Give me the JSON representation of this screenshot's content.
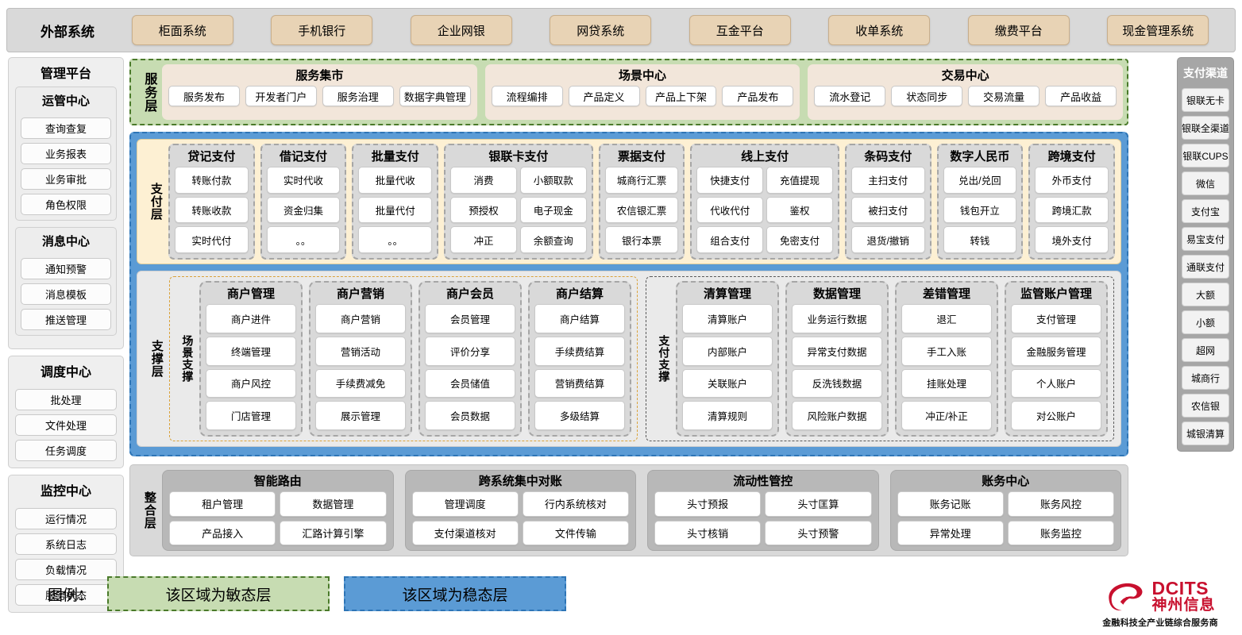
{
  "external": {
    "title": "外部系统",
    "items": [
      "柜面系统",
      "手机银行",
      "企业网银",
      "网贷系统",
      "互金平台",
      "收单系统",
      "缴费平台",
      "现金管理系统"
    ]
  },
  "management_platform": {
    "title": "管理平台",
    "groups": [
      {
        "title": "运管中心",
        "items": [
          "查询查复",
          "业务报表",
          "业务审批",
          "角色权限"
        ]
      },
      {
        "title": "消息中心",
        "items": [
          "通知预警",
          "消息模板",
          "推送管理"
        ]
      }
    ],
    "standalone": [
      {
        "title": "调度中心",
        "items": [
          "批处理",
          "文件处理",
          "任务调度"
        ]
      },
      {
        "title": "监控中心",
        "items": [
          "运行情况",
          "系统日志",
          "负载情况",
          "服务状态"
        ]
      }
    ]
  },
  "payment_channels": {
    "title": "支付渠道",
    "items": [
      "银联无卡",
      "银联全渠道",
      "银联CUPS",
      "微信",
      "支付宝",
      "易宝支付",
      "通联支付",
      "大额",
      "小额",
      "超网",
      "城商行",
      "农信银",
      "城银清算"
    ]
  },
  "service_layer": {
    "label": "服务层",
    "centers": [
      {
        "title": "服务集市",
        "items": [
          "服务发布",
          "开发者门户",
          "服务治理",
          "数据字典管理"
        ]
      },
      {
        "title": "场景中心",
        "items": [
          "流程编排",
          "产品定义",
          "产品上下架",
          "产品发布"
        ]
      },
      {
        "title": "交易中心",
        "items": [
          "流水登记",
          "状态同步",
          "交易流量",
          "产品收益"
        ]
      }
    ]
  },
  "payment_layer": {
    "label": "支付层",
    "groups": [
      {
        "title": "贷记支付",
        "cols": 1,
        "items": [
          "转账付款",
          "转账收款",
          "实时代付"
        ]
      },
      {
        "title": "借记支付",
        "cols": 1,
        "items": [
          "实时代收",
          "资金归集",
          "。。"
        ]
      },
      {
        "title": "批量支付",
        "cols": 1,
        "items": [
          "批量代收",
          "批量代付",
          "。。"
        ]
      },
      {
        "title": "银联卡支付",
        "cols": 2,
        "items": [
          "消费",
          "小额取款",
          "预授权",
          "电子现金",
          "冲正",
          "余额查询"
        ]
      },
      {
        "title": "票据支付",
        "cols": 1,
        "items": [
          "城商行汇票",
          "农信银汇票",
          "银行本票"
        ]
      },
      {
        "title": "线上支付",
        "cols": 2,
        "items": [
          "快捷支付",
          "充值提现",
          "代收代付",
          "鉴权",
          "组合支付",
          "免密支付"
        ]
      },
      {
        "title": "条码支付",
        "cols": 1,
        "items": [
          "主扫支付",
          "被扫支付",
          "退货/撤销"
        ]
      },
      {
        "title": "数字人民币",
        "cols": 1,
        "items": [
          "兑出/兑回",
          "钱包开立",
          "转钱"
        ]
      },
      {
        "title": "跨境支付",
        "cols": 1,
        "items": [
          "外币支付",
          "跨境汇款",
          "境外支付"
        ]
      }
    ]
  },
  "support_layer": {
    "label": "支撑层",
    "panes": [
      {
        "label": "场景支撑",
        "groups": [
          {
            "title": "商户管理",
            "items": [
              "商户进件",
              "终端管理",
              "商户风控",
              "门店管理"
            ]
          },
          {
            "title": "商户营销",
            "items": [
              "商户营销",
              "营销活动",
              "手续费减免",
              "展示管理"
            ]
          },
          {
            "title": "商户会员",
            "items": [
              "会员管理",
              "评价分享",
              "会员储值",
              "会员数据"
            ]
          },
          {
            "title": "商户结算",
            "items": [
              "商户结算",
              "手续费结算",
              "营销费结算",
              "多级结算"
            ]
          }
        ]
      },
      {
        "label": "支付支撑",
        "groups": [
          {
            "title": "清算管理",
            "items": [
              "清算账户",
              "内部账户",
              "关联账户",
              "清算规则"
            ]
          },
          {
            "title": "数据管理",
            "items": [
              "业务运行数据",
              "异常支付数据",
              "反洗钱数据",
              "风险账户数据"
            ]
          },
          {
            "title": "差错管理",
            "items": [
              "退汇",
              "手工入账",
              "挂账处理",
              "冲正/补正"
            ]
          },
          {
            "title": "监管账户管理",
            "items": [
              "支付管理",
              "金融服务管理",
              "个人账户",
              "对公账户"
            ]
          }
        ]
      }
    ]
  },
  "integration_layer": {
    "label": "整合层",
    "groups": [
      {
        "title": "智能路由",
        "items": [
          "租户管理",
          "数据管理",
          "产品接入",
          "汇路计算引擎"
        ]
      },
      {
        "title": "跨系统集中对账",
        "items": [
          "管理调度",
          "行内系统核对",
          "支付渠道核对",
          "文件传输"
        ]
      },
      {
        "title": "流动性管控",
        "items": [
          "头寸预报",
          "头寸匡算",
          "头寸核销",
          "头寸预警"
        ]
      },
      {
        "title": "账务中心",
        "items": [
          "账务记账",
          "账务风控",
          "异常处理",
          "账务监控"
        ]
      }
    ]
  },
  "legend": {
    "label": "图例：",
    "agile": "该区域为敏态层",
    "stable": "该区域为稳态层"
  },
  "logo": {
    "brand_en": "DCITS",
    "brand_cn": "神州信息",
    "tagline": "金融科技全产业链综合服务商"
  },
  "colors": {
    "agile_fill": "#c7dcb2",
    "agile_border": "#4a7a2a",
    "stable_fill": "#5b9bd5",
    "stable_border": "#2e75b6",
    "external_item": "#e8d3b5",
    "payment_layer_fill": "#fdf0d3",
    "brand_red": "#c8102e"
  }
}
